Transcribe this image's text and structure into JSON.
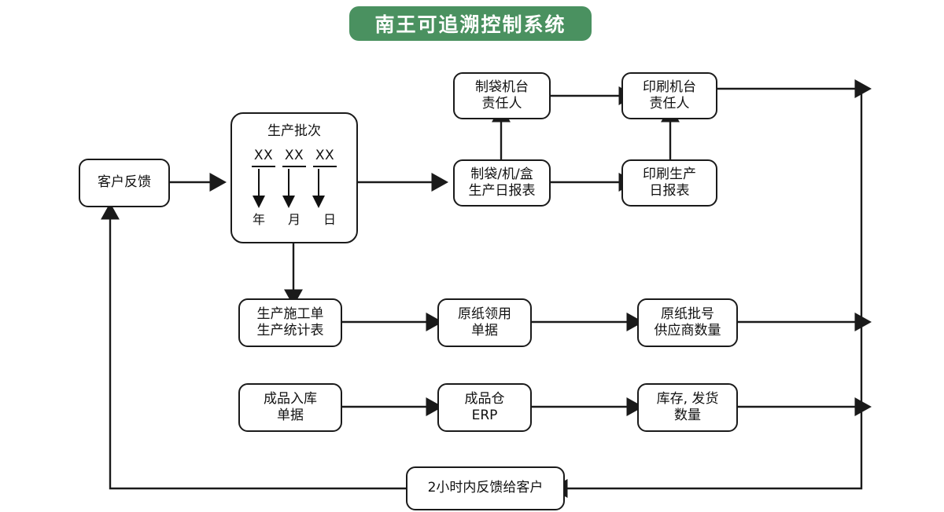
{
  "header": {
    "title": "南王可追溯控制系统",
    "pill_color": "#4a9160",
    "text_color": "#ffffff"
  },
  "diagram": {
    "type": "flowchart",
    "stroke_color": "#1a1a1a",
    "background": "#ffffff",
    "nodes": [
      {
        "id": "customer-feedback",
        "label_line1": "客户反馈",
        "label_line2": ""
      },
      {
        "id": "production-batch",
        "title": "生产批次",
        "xx": [
          "XX",
          "XX",
          "XX"
        ],
        "units": [
          "年",
          "月",
          "日"
        ]
      },
      {
        "id": "bag-machine-owner",
        "label_line1": "制袋机台",
        "label_line2": "责任人"
      },
      {
        "id": "print-machine-owner",
        "label_line1": "印刷机台",
        "label_line2": "责任人"
      },
      {
        "id": "bag-daily-report",
        "label_line1": "制袋/机/盒",
        "label_line2": "生产日报表"
      },
      {
        "id": "print-daily-report",
        "label_line1": "印刷生产",
        "label_line2": "日报表"
      },
      {
        "id": "production-worksheet",
        "label_line1": "生产施工单",
        "label_line2": "生产统计表"
      },
      {
        "id": "paper-requisition",
        "label_line1": "原纸领用",
        "label_line2": "单据"
      },
      {
        "id": "paper-batch-supplier",
        "label_line1": "原纸批号",
        "label_line2": "供应商数量"
      },
      {
        "id": "finished-goods-inbound",
        "label_line1": "成品入库",
        "label_line2": "单据"
      },
      {
        "id": "finished-goods-erp",
        "label_line1": "成品仓",
        "label_line2": "ERP"
      },
      {
        "id": "stock-shipment",
        "label_line1": "库存, 发货",
        "label_line2": "数量"
      },
      {
        "id": "feedback-two-hours",
        "label_line1": "2小时内反馈给客户",
        "label_line2": ""
      }
    ],
    "edges": [
      {
        "from": "customer-feedback",
        "to": "production-batch"
      },
      {
        "from": "production-batch",
        "to": "bag-daily-report"
      },
      {
        "from": "production-batch",
        "to": "production-worksheet"
      },
      {
        "from": "bag-daily-report",
        "to": "bag-machine-owner"
      },
      {
        "from": "bag-daily-report",
        "to": "print-daily-report"
      },
      {
        "from": "print-daily-report",
        "to": "print-machine-owner"
      },
      {
        "from": "bag-machine-owner",
        "to": "print-machine-owner"
      },
      {
        "from": "print-machine-owner",
        "to": "right-bus"
      },
      {
        "from": "production-worksheet",
        "to": "paper-requisition"
      },
      {
        "from": "paper-requisition",
        "to": "paper-batch-supplier"
      },
      {
        "from": "paper-batch-supplier",
        "to": "right-bus"
      },
      {
        "from": "finished-goods-inbound",
        "to": "finished-goods-erp"
      },
      {
        "from": "finished-goods-erp",
        "to": "stock-shipment"
      },
      {
        "from": "stock-shipment",
        "to": "right-bus"
      },
      {
        "from": "right-bus",
        "to": "feedback-two-hours"
      },
      {
        "from": "feedback-two-hours",
        "to": "customer-feedback"
      }
    ]
  }
}
